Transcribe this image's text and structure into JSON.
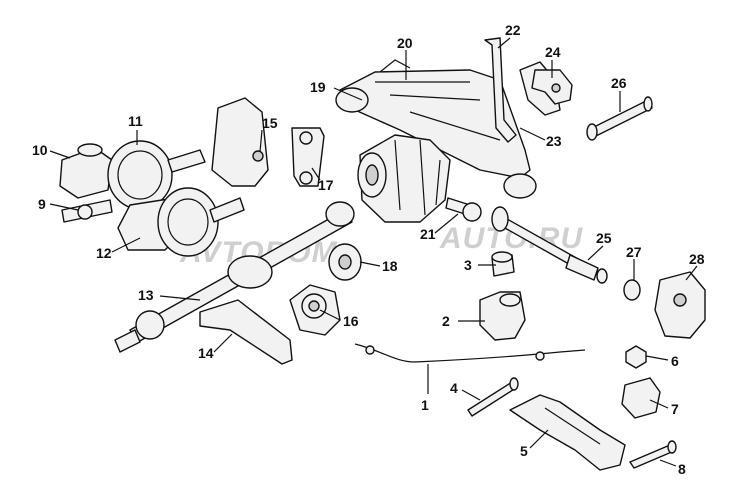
{
  "watermark": {
    "left": "AVTOBOM",
    "right": "AUTO.RU"
  },
  "callouts": [
    "1",
    "2",
    "3",
    "4",
    "5",
    "6",
    "7",
    "8",
    "9",
    "10",
    "11",
    "12",
    "13",
    "14",
    "15",
    "16",
    "17",
    "18",
    "19",
    "20",
    "21",
    "22",
    "23",
    "24",
    "25",
    "26",
    "27",
    "28"
  ],
  "colors": {
    "ink": "#111111",
    "background": "#ffffff",
    "watermark": "#cfcfcf"
  }
}
